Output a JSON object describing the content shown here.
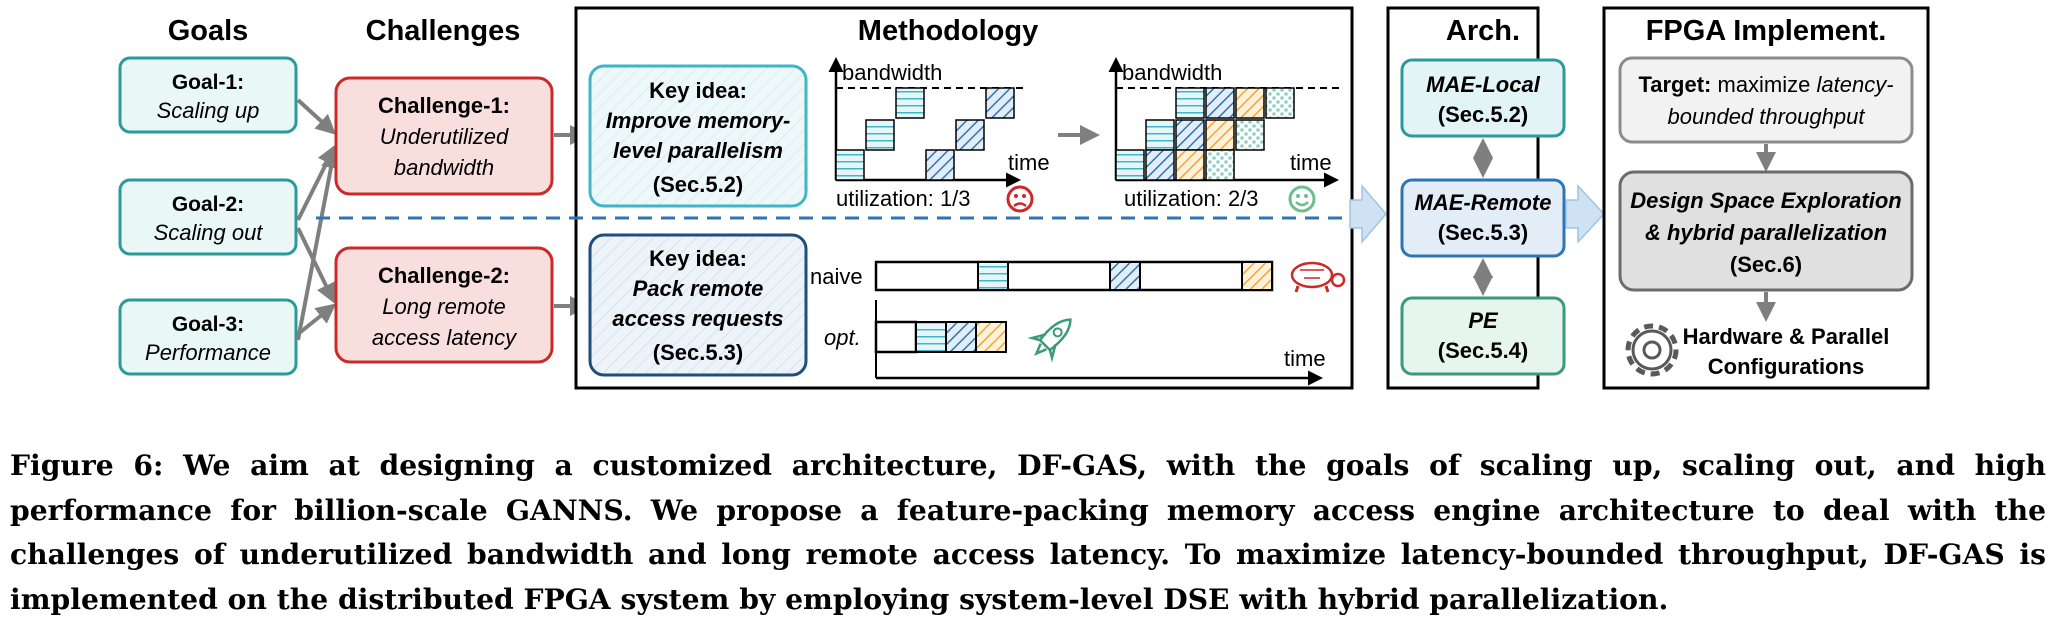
{
  "headers": {
    "goals": "Goals",
    "challenges": "Challenges",
    "methodology": "Methodology",
    "arch": "Arch.",
    "fpga": "FPGA Implement."
  },
  "goals": [
    {
      "label": "Goal-1:",
      "desc": "Scaling up"
    },
    {
      "label": "Goal-2:",
      "desc": "Scaling out"
    },
    {
      "label": "Goal-3:",
      "desc": "Performance"
    }
  ],
  "challenges": [
    {
      "label": "Challenge-1:",
      "line1": "Underutilized",
      "line2": "bandwidth"
    },
    {
      "label": "Challenge-2:",
      "line1": "Long remote",
      "line2": "access latency"
    }
  ],
  "methodology": {
    "key1": {
      "title": "Key idea:",
      "line1": "Improve memory-",
      "line2": "level parallelism",
      "ref": "(Sec.5.2)"
    },
    "key2": {
      "title": "Key idea:",
      "line1": "Pack remote",
      "line2": "access requests",
      "ref": "(Sec.5.3)"
    },
    "chart_left": {
      "y_label": "bandwidth",
      "x_label": "time",
      "utilization": "utilization: 1/3"
    },
    "chart_right": {
      "y_label": "bandwidth",
      "x_label": "time",
      "utilization": "utilization: 2/3"
    },
    "timeline": {
      "naive_label": "naive",
      "opt_label": "opt.",
      "x_label": "time"
    }
  },
  "arch": [
    {
      "name": "MAE-Local",
      "ref": "(Sec.5.2)"
    },
    {
      "name": "MAE-Remote",
      "ref": "(Sec.5.3)"
    },
    {
      "name": "PE",
      "ref": "(Sec.5.4)"
    }
  ],
  "fpga": {
    "target_bold": "Target:",
    "target_rest": " maximize ",
    "target_italic1": "latency-",
    "target_italic2": "bounded throughput",
    "dse_line1": "Design Space Exploration",
    "dse_line2": "& hybrid parallelization",
    "dse_ref": "(Sec.6)",
    "config_line1": "Hardware & Parallel",
    "config_line2": "Configurations"
  },
  "caption": "Figure 6: We aim at designing a customized architecture, DF-GAS, with the goals of scaling up, scaling out, and high performance for billion-scale GANNS. We propose a feature-packing memory access engine architecture to deal with the challenges of underutilized bandwidth and long remote access latency. To maximize latency-bounded throughput, DF-GAS is implemented on the distributed FPGA system by employing system-level DSE with hybrid parallelization.",
  "colors": {
    "teal": "#2a9a9a",
    "teal_fill": "#eaf7f7",
    "red": "#cc2929",
    "red_fill": "#f9dede",
    "navy": "#1f4e79",
    "blue_hatch": "#2e75b6",
    "cyan_hatch": "#3fb5c8",
    "orange_hatch": "#f0a830",
    "mint_hatch": "#8fd3c4",
    "arrow_gray": "#7f7f7f",
    "dash_blue": "#2e75b6",
    "green": "#3a9a7a"
  }
}
